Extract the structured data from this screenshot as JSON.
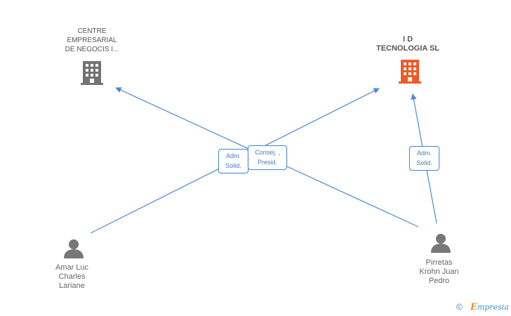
{
  "colors": {
    "edge": "#4a8ad4",
    "company_default": "#737373",
    "company_highlight": "#f05a28",
    "person": "#777777"
  },
  "companies": [
    {
      "id": "centre",
      "label": "CENTRE\nEMPRESARIAL\nDE NEGOCIS I...",
      "icon": "building-icon",
      "highlight": false
    },
    {
      "id": "id_tecnologia",
      "label": "I D\nTECNOLOGIA SL",
      "icon": "building-icon",
      "highlight": true
    }
  ],
  "persons": [
    {
      "id": "amar",
      "label": "Amar Luc\nCharles\nLariane",
      "icon": "person-icon"
    },
    {
      "id": "pirretas",
      "label": "Pirretas\nKrohn Juan\nPedro",
      "icon": "person-icon"
    }
  ],
  "edges": [
    {
      "from": "amar",
      "to": "id_tecnologia",
      "label": "Adm.\nSolid."
    },
    {
      "from": "pirretas",
      "to": "centre",
      "label": "Consej. ,\nPresid."
    },
    {
      "from": "pirretas",
      "to": "id_tecnologia",
      "label": "Adm.\nSolid."
    }
  ],
  "footer": {
    "copyright": "©",
    "brand_initial": "E",
    "brand_rest": "mpresia"
  }
}
